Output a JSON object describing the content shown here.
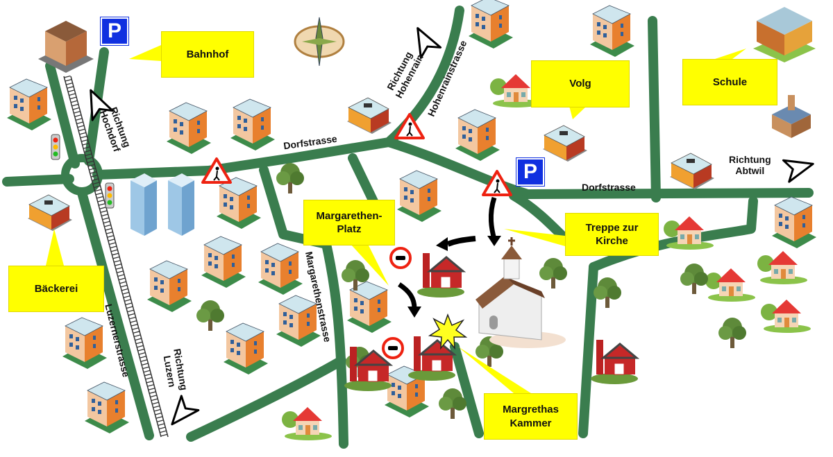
{
  "callouts": {
    "bahnhof": "Bahnhof",
    "volg": "Volg",
    "schule": "Schule",
    "baeckerei": "Bäckerei",
    "margarethen_platz": "Margarethen-\nPlatz",
    "treppe": "Treppe zur\nKirche",
    "kammer": "Margrethas\nKammer"
  },
  "streets": {
    "dorfstrasse_west": "Dorfstrasse",
    "dorfstrasse_east": "Dorfstrasse",
    "hohenrainstrasse": "Hohenrainstrasse",
    "margarethenstrasse": "Margarethenstrasse",
    "luzernerstrasse": "Luzernerstrasse"
  },
  "directions": {
    "hochdorf": "Richtung\nHochdorf",
    "hohenrain": "Richtung\nHohenrain",
    "abtwil": "Richtung\nAbtwil",
    "luzern": "Richtung\nLuzern"
  },
  "signs": {
    "parking": "P"
  },
  "colors": {
    "road": "#3a7d4e",
    "callout": "#ffff00",
    "parking": "#1030e0"
  }
}
